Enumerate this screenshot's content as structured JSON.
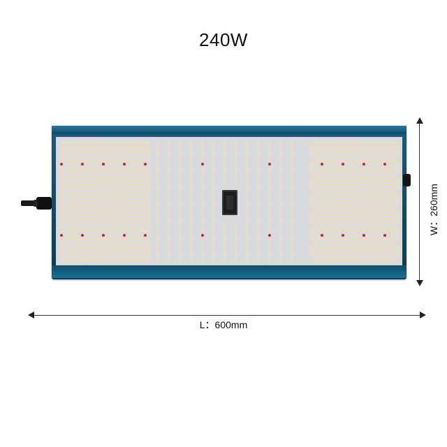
{
  "title": "240W",
  "dimensions": {
    "width_label": "W：260mm",
    "length_label": "L：600mm"
  },
  "colors": {
    "frame": "#1e5a78",
    "board": "#d9dade",
    "warm_led": "#f2d9a8",
    "red_led": "#c8233e"
  },
  "icons": {
    "power_cable": "power-cable-icon",
    "dimmer_knob": "dimmer-knob-icon"
  }
}
